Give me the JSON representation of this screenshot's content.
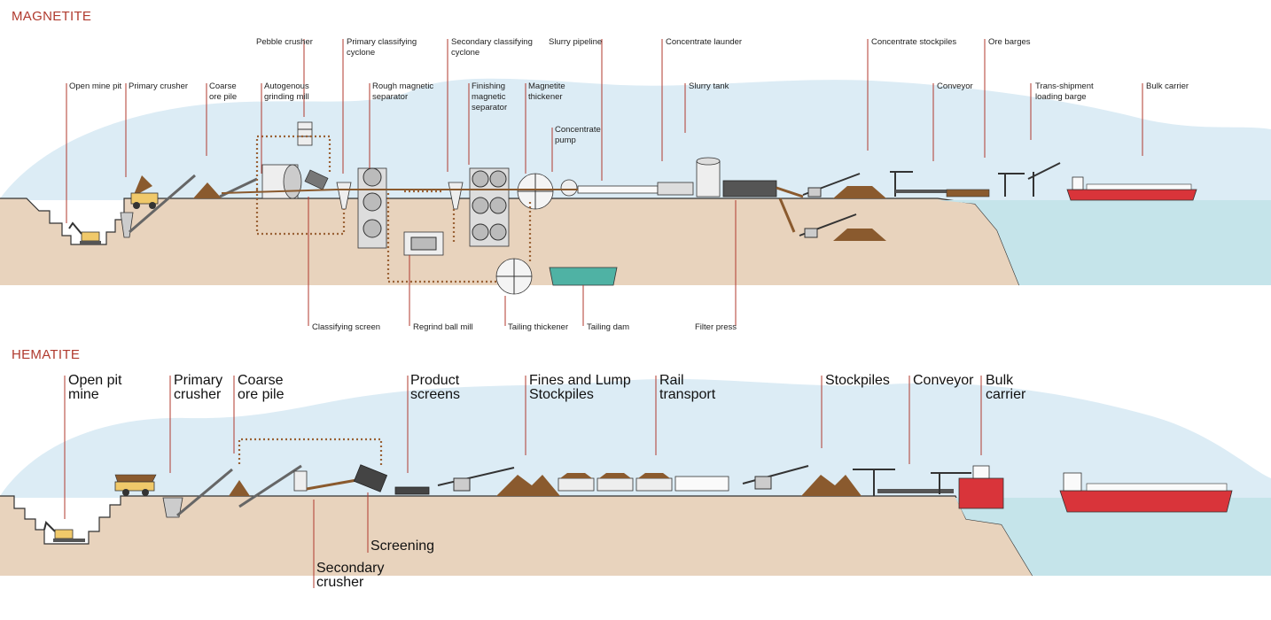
{
  "magnetite": {
    "title": "MAGNETITE",
    "labels": {
      "open_mine_pit": "Open mine pit",
      "primary_crusher": "Primary crusher",
      "coarse_ore_pile": "Coarse\nore pile",
      "pebble_crusher": "Pebble crusher",
      "autogenous_grinding_mill": "Autogenous\ngrinding mill",
      "primary_classifying_cyclone": "Primary classifying\ncyclone",
      "rough_magnetic_separator": "Rough magnetic\nseparator",
      "secondary_classifying_cyclone": "Secondary classifying\ncyclone",
      "finishing_magnetic_separator": "Finishing\nmagnetic\nseparator",
      "slurry_pipeline": "Slurry pipeline",
      "magnetite_thickener": "Magnetite\nthickener",
      "concentrate_pump": "Concentrate\npump",
      "concentrate_launder": "Concentrate launder",
      "slurry_tank": "Slurry tank",
      "concentrate_stockpiles": "Concentrate stockpiles",
      "conveyor": "Conveyor",
      "ore_barges": "Ore barges",
      "trans_shipment_loading_barge": "Trans-shipment\nloading barge",
      "bulk_carrier": "Bulk carrier",
      "classifying_screen": "Classifying screen",
      "regrind_ball_mill": "Regrind ball mill",
      "tailing_thickener": "Tailing thickener",
      "tailing_dam": "Tailing dam",
      "filter_press": "Filter press"
    }
  },
  "hematite": {
    "title": "HEMATITE",
    "labels": {
      "open_pit_mine": "Open pit\nmine",
      "primary_crusher": "Primary\ncrusher",
      "coarse_ore_pile": "Coarse\nore pile",
      "product_screens": "Product\nscreens",
      "fines_and_lump_stockpiles": "Fines and Lump\nStockpiles",
      "rail_transport": "Rail\ntransport",
      "stockpiles": "Stockpiles",
      "conveyor": "Conveyor",
      "bulk_carrier": "Bulk\ncarrier",
      "screening": "Screening",
      "secondary_crusher": "Secondary\ncrusher"
    }
  },
  "colors": {
    "title": "#b03a2e",
    "leader_line": "#b03a2e",
    "sky": "#dcecf5",
    "ground": "#e8d3bd",
    "sea": "#c5e4ea",
    "ore": "#8a5a2e",
    "ship_hull": "#d9343a",
    "flow_dots": "#9a6236"
  },
  "icons": [
    "excavator-icon",
    "haul-truck-icon",
    "crusher-icon",
    "stacker-reclaimer-icon",
    "ship-loader-crane-icon",
    "train-icon",
    "bulk-carrier-ship-icon",
    "cyclone-icon",
    "magnetic-separator-icon",
    "thickener-icon",
    "slurry-tank-icon",
    "filter-press-icon",
    "ball-mill-icon",
    "tailing-dam-icon",
    "screen-icon",
    "barge-icon"
  ]
}
